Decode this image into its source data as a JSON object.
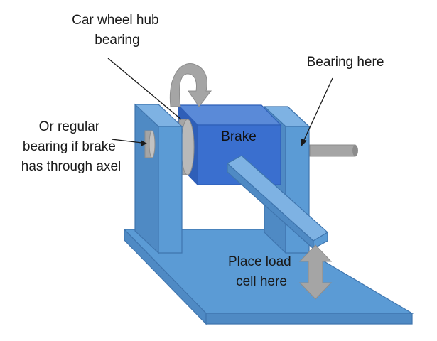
{
  "labels": {
    "hub_bearing": [
      "Car wheel hub",
      "bearing"
    ],
    "regular_bearing": [
      "Or regular",
      "bearing if brake",
      "has through axel"
    ],
    "bearing_here": "Bearing here",
    "brake": "Brake",
    "load_cell": [
      "Place load",
      "cell here"
    ]
  },
  "colors": {
    "face": "#5b9bd5",
    "side": "#4f8ac4",
    "top": "#7eb2e3",
    "edge": "#3f75ae",
    "brake_front": "#3a6fcf",
    "brake_top": "#5a8ad8",
    "brake_side": "#2f5fb8",
    "grey": "#a5a5a5",
    "grey_dark": "#8c8c8c"
  }
}
